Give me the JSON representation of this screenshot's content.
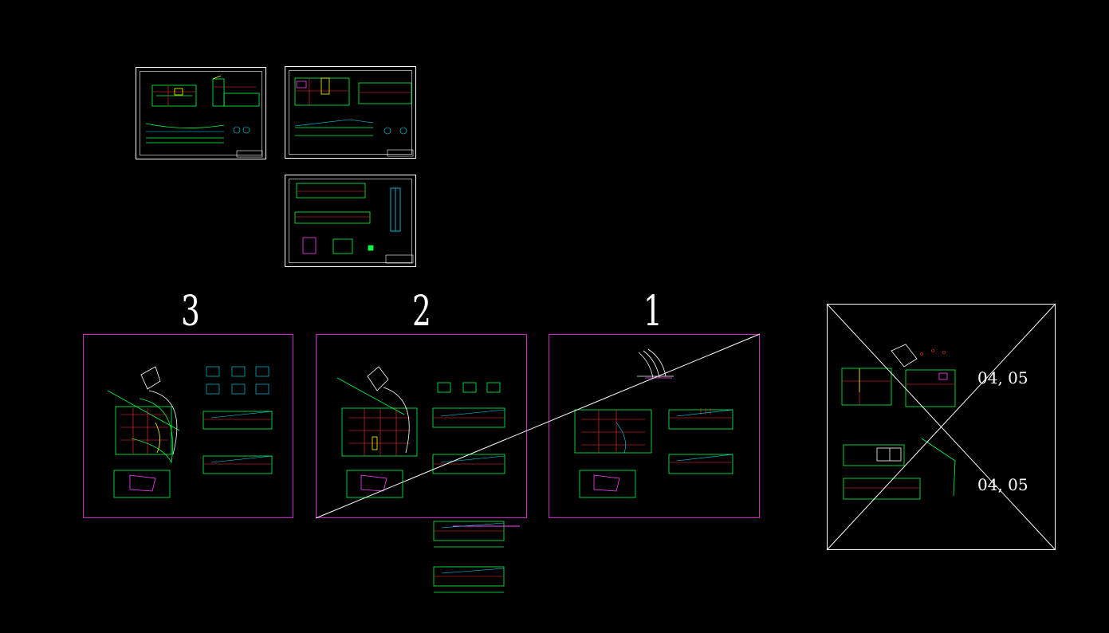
{
  "viewport": {
    "background": "#000000"
  },
  "colors": {
    "frame_white": "#ffffff",
    "layout_magenta": "#d020d0",
    "line_green": "#00ff44",
    "line_cyan": "#00e0ff",
    "line_red": "#ff3030",
    "line_yellow": "#ffff00",
    "line_magenta": "#ff40ff"
  },
  "layout_frames": [
    {
      "id": "frame-3",
      "number": "3"
    },
    {
      "id": "frame-2",
      "number": "2"
    },
    {
      "id": "frame-1",
      "number": "1"
    }
  ],
  "cross_frame": {
    "labels": [
      "04, 05",
      "04, 05"
    ]
  }
}
